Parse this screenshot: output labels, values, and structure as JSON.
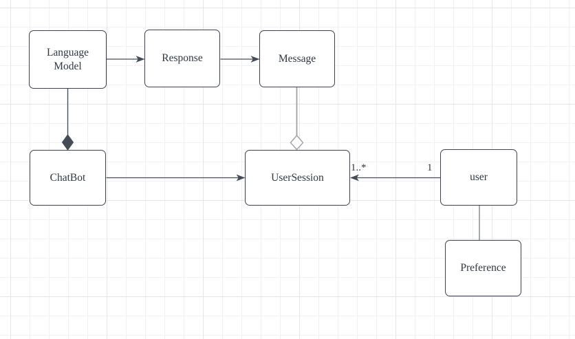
{
  "canvas": {
    "background": "#ffffff",
    "grid_minor_color": "#f1f1f3",
    "grid_major_color": "#e4e5e8"
  },
  "colors": {
    "node_border": "#39424e",
    "node_fill": "#ffffff",
    "node_text": "#2f3740",
    "edge_dark": "#434c57",
    "edge_light": "#9da1a6",
    "label_text": "#30373e"
  },
  "nodes": {
    "language_model": {
      "label": "Language Model"
    },
    "response": {
      "label": "Response"
    },
    "message": {
      "label": "Message"
    },
    "chatbot": {
      "label": "ChatBot"
    },
    "user_session": {
      "label": "UserSession"
    },
    "user": {
      "label": "user"
    },
    "preference": {
      "label": "Preference"
    }
  },
  "edges": [
    {
      "id": "language-model-to-response",
      "from": "language_model",
      "to": "response",
      "style": "arrow"
    },
    {
      "id": "response-to-message",
      "from": "response",
      "to": "message",
      "style": "arrow"
    },
    {
      "id": "language-model-to-chatbot",
      "from": "language_model",
      "to": "chatbot",
      "style": "composition-diamond"
    },
    {
      "id": "message-to-user-session",
      "from": "message",
      "to": "user_session",
      "style": "aggregation-diamond"
    },
    {
      "id": "chatbot-to-user-session",
      "from": "chatbot",
      "to": "user_session",
      "style": "arrow"
    },
    {
      "id": "user-to-user-session",
      "from": "user",
      "to": "user_session",
      "style": "arrow",
      "source_label": "1",
      "target_label": "1..*"
    },
    {
      "id": "user-to-preference",
      "from": "user",
      "to": "preference",
      "style": "line"
    }
  ]
}
